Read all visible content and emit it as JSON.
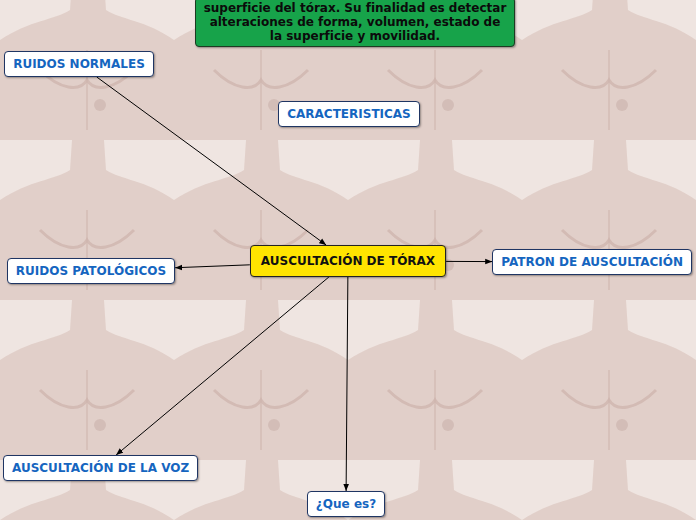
{
  "diagram": {
    "nodes": [
      {
        "text": [
          "superficie del tórax. Su finalidad es detectar alteraciones de forma, volumen, estado de la superficie y movilidad."
        ]
      },
      {
        "text": [
          "RUIDOS NORMALES"
        ]
      },
      {
        "text": [
          "CARACTERISTICAS"
        ]
      },
      {
        "text": [
          "AUSCULTACIÓN DE TÓRAX"
        ]
      },
      {
        "text": [
          "RUIDOS PATOLÓGICOS"
        ]
      },
      {
        "text": [
          "PATRON DE AUSCULTACIÓN"
        ]
      },
      {
        "text": [
          "AUSCULTACIÓN DE LA VOZ"
        ]
      },
      {
        "text": [
          "¿Que es?"
        ]
      }
    ],
    "edges": [
      {
        "from": 1,
        "to": 3,
        "arrow": "to"
      },
      {
        "from": 3,
        "to": 4,
        "arrow": "to"
      },
      {
        "from": 3,
        "to": 5,
        "arrow": "to"
      },
      {
        "from": 3,
        "to": 6,
        "arrow": "to"
      },
      {
        "from": 3,
        "to": 7,
        "arrow": "to"
      }
    ]
  }
}
